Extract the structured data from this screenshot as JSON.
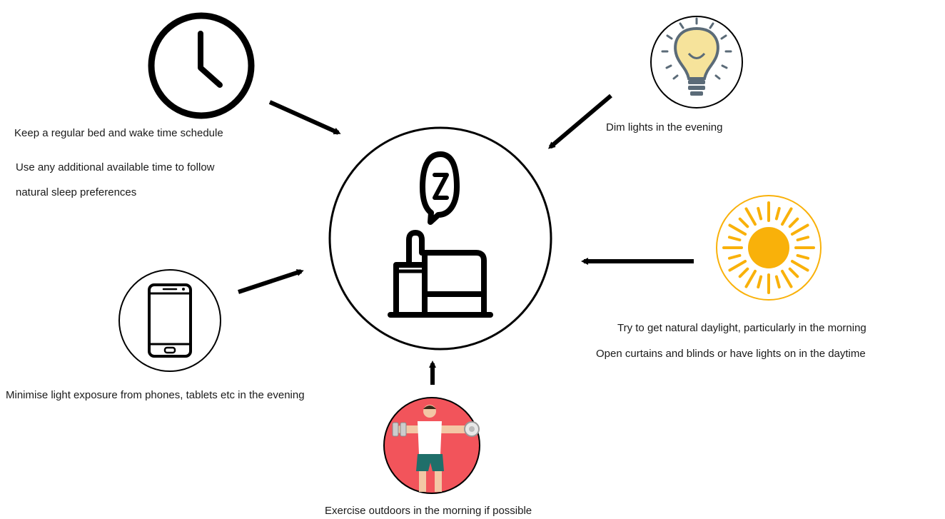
{
  "colors": {
    "ink": "#000000",
    "bulb_glow": "#f6e39b",
    "bulb_base": "#5b6b78",
    "sun": "#f9b10a",
    "exercise_bg": "#f2545b",
    "shirt": "#ffffff",
    "shorts": "#1f6f6a",
    "skin": "#f3c7a5"
  },
  "hub": {
    "icon": "sleeping-in-bed-icon"
  },
  "tips": {
    "clock": {
      "icon": "clock-icon",
      "line1": "Keep a regular bed and wake time schedule",
      "line2": "Use any additional available time to follow",
      "line3": "natural sleep preferences"
    },
    "lights": {
      "icon": "light-bulb-icon",
      "text": "Dim lights in the evening"
    },
    "daylight": {
      "icon": "sun-icon",
      "line1": "Try to get natural daylight, particularly in the morning",
      "line2": "Open curtains and blinds or have lights on in the daytime"
    },
    "phone": {
      "icon": "smartphone-icon",
      "text": "Minimise light exposure from phones, tablets etc in the evening"
    },
    "exercise": {
      "icon": "exercise-person-icon",
      "text": "Exercise outdoors in the morning if possible"
    }
  }
}
